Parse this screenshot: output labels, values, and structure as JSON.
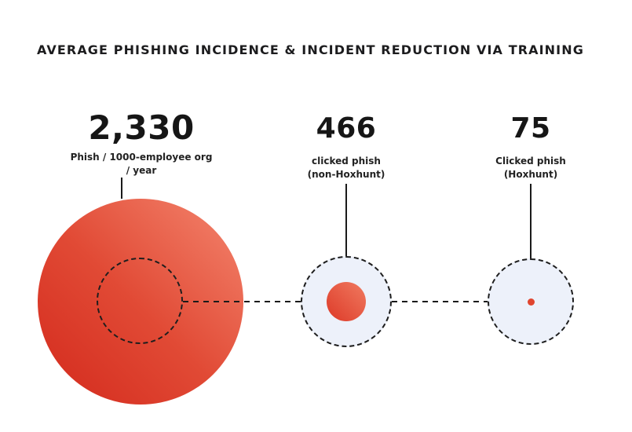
{
  "title": "AVERAGE PHISHING INCIDENCE & INCIDENT REDUCTION VIA TRAINING",
  "groups": [
    {
      "value": "2,330",
      "label_line1": "Phish / 1000-employee org",
      "label_line2": "/ year"
    },
    {
      "value": "466",
      "label_line1": "clicked phish",
      "label_line2": "(non-Hoxhunt)"
    },
    {
      "value": "75",
      "label_line1": "Clicked phish",
      "label_line2": "(Hoxhunt)"
    }
  ],
  "colors": {
    "red_gradient_light": "#f4866f",
    "red_gradient_dark": "#d3291c",
    "bubble_fill": "#edf1fa",
    "dash_color": "#1e1e1e",
    "text_dark": "#1c1c1e"
  },
  "chart_data": {
    "type": "bubble",
    "title": "AVERAGE PHISHING INCIDENCE & INCIDENT REDUCTION VIA TRAINING",
    "points": [
      {
        "label": "Phish / 1000-employee org / year",
        "value": 2330
      },
      {
        "label": "clicked phish (non-Hoxhunt)",
        "value": 466
      },
      {
        "label": "Clicked phish (Hoxhunt)",
        "value": 75
      }
    ],
    "legend": "none",
    "notes": "Proportional-area bubble infographic; dashed outline circles act as size references connected by dashed guide lines"
  }
}
